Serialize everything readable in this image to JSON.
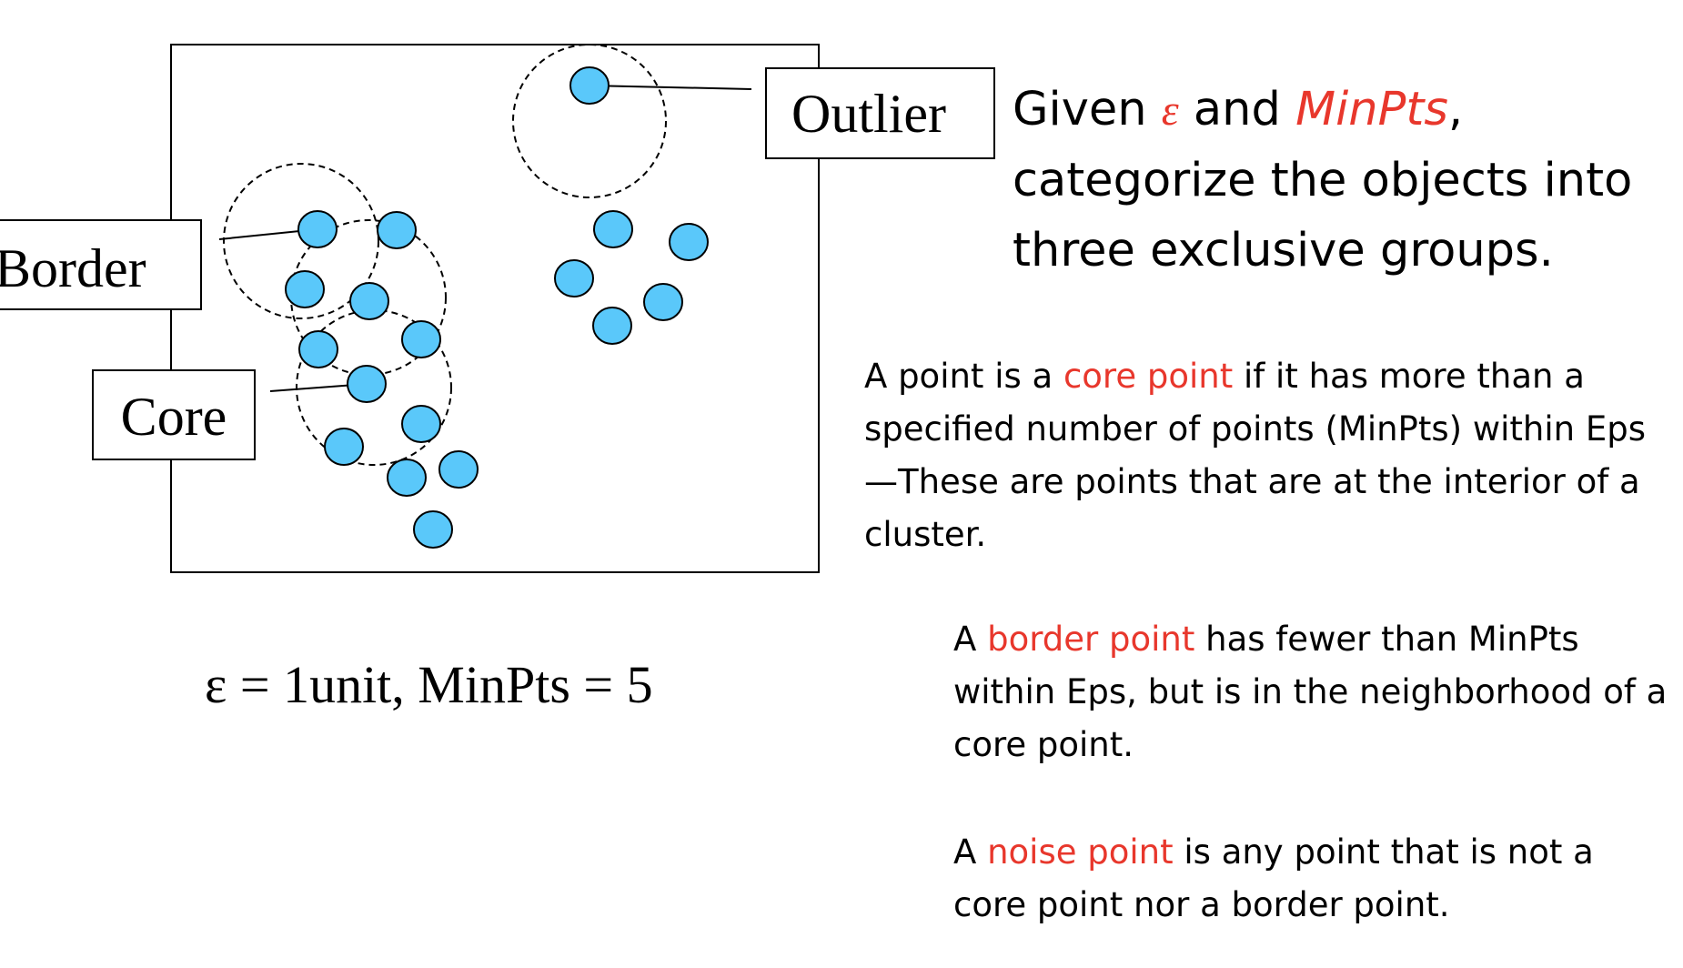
{
  "labels": {
    "outlier": "Outlier",
    "border": "Border",
    "core": "Core"
  },
  "params": "ε = 1unit, MinPts = 5",
  "heading": {
    "prefix": "Given ",
    "epsilon": "ε",
    "and": " and ",
    "minpts": "MinPts",
    "rest": ", categorize the objects into three exclusive groups."
  },
  "definitions": {
    "core": {
      "before": "A point is a ",
      "term": "core point",
      "after": " if it has more than a specified number of points (MinPts) within Eps—These are points that are at the interior of a cluster."
    },
    "border": {
      "before": "A ",
      "term": "border point",
      "after": " has fewer than MinPts within Eps, but is in the neighborhood of a core point."
    },
    "noise": {
      "before": "A ",
      "term": "noise point",
      "after": " is any point that is not a core point nor a border point."
    }
  },
  "colors": {
    "point_fill": "#5ac8fa",
    "point_stroke": "#000000",
    "highlight": "#e8372c"
  }
}
